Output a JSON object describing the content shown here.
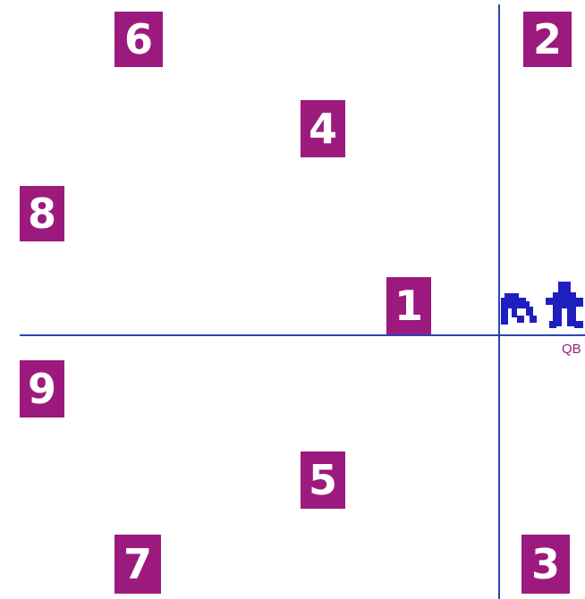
{
  "colors": {
    "box_fill": "#9c1a7e",
    "box_text": "#ffffff",
    "line": "#2b44b8",
    "player_sprite": "#1f1fbf",
    "label": "#9c1a7e"
  },
  "zones": [
    {
      "number": "6"
    },
    {
      "number": "2"
    },
    {
      "number": "4"
    },
    {
      "number": "8"
    },
    {
      "number": "1"
    },
    {
      "number": "9"
    },
    {
      "number": "5"
    },
    {
      "number": "7"
    },
    {
      "number": "3"
    }
  ],
  "labels": {
    "qb": "QB"
  },
  "icons": {
    "players": "player-sprites-icon"
  }
}
